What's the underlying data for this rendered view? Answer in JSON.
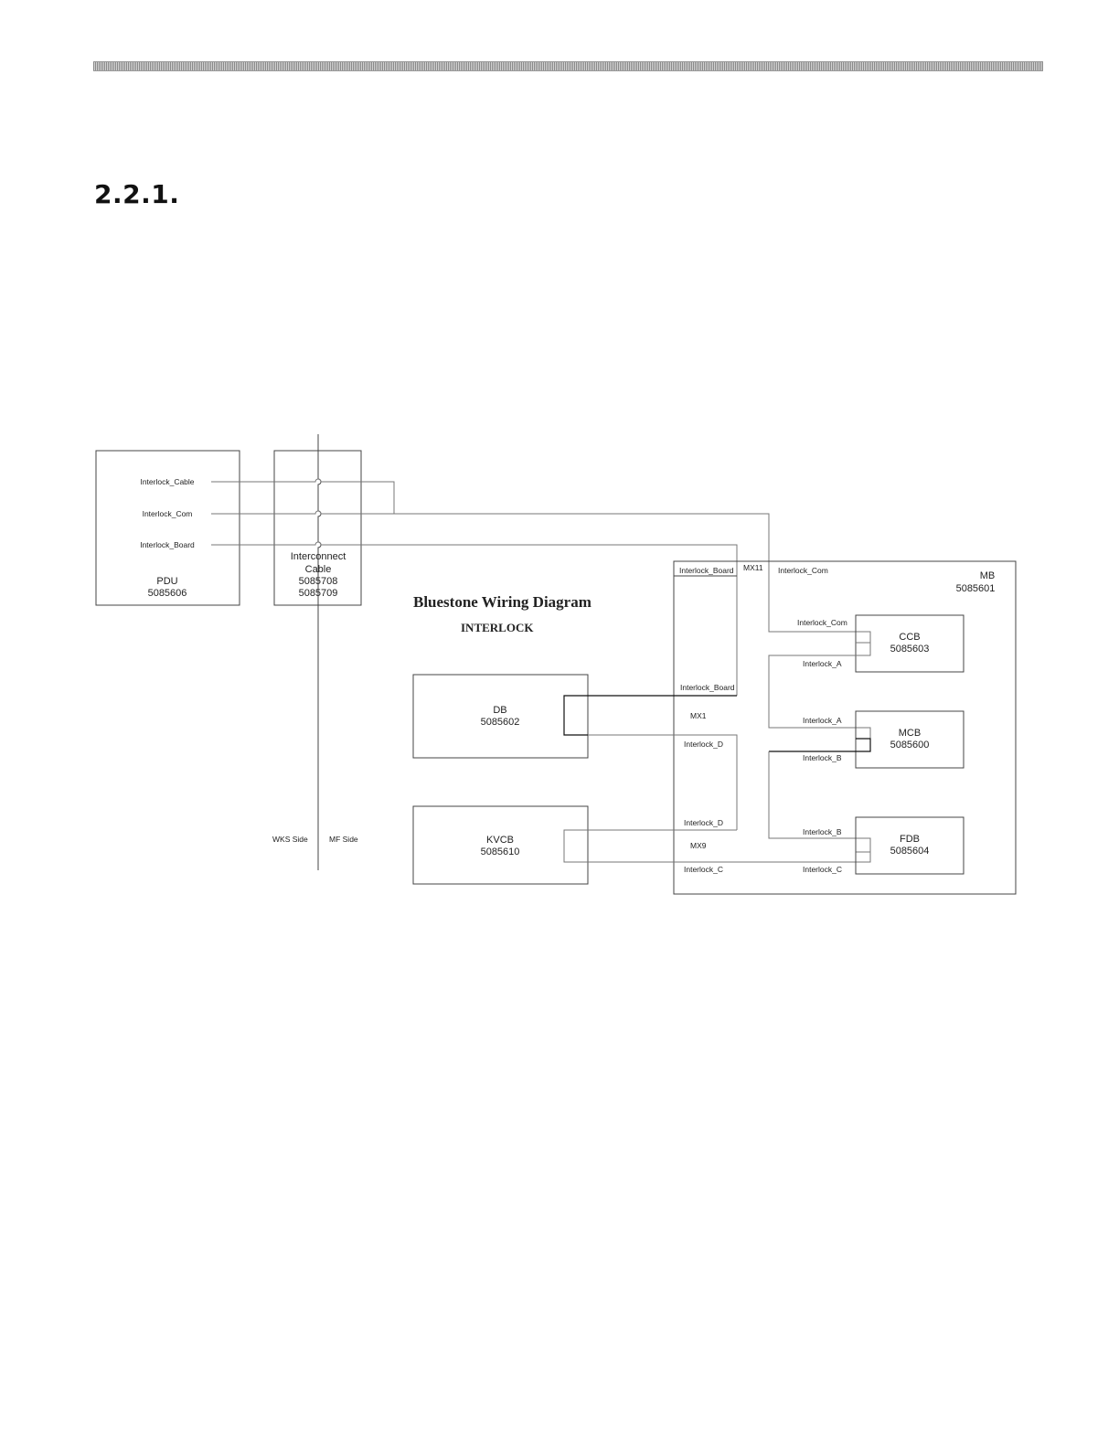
{
  "header": {
    "section_number": "2.2.1."
  },
  "diagram": {
    "title": "Bluestone Wiring Diagram",
    "subtitle": "INTERLOCK",
    "sides": {
      "left": "WKS Side",
      "right": "MF Side"
    },
    "pdu": {
      "name": "PDU",
      "part": "5085606",
      "signals": {
        "cable": "Interlock_Cable",
        "com": "Interlock_Com",
        "board": "Interlock_Board"
      }
    },
    "interconnect": {
      "line1": "Interconnect",
      "line2": "Cable",
      "part1": "5085708",
      "part2": "5085709"
    },
    "mb": {
      "name": "MB",
      "part": "5085601",
      "connectors": {
        "mx11": "MX11",
        "mx1": "MX1",
        "mx9": "MX9"
      },
      "labels": {
        "mx11_board": "Interlock_Board",
        "mx11_com": "Interlock_Com",
        "mx1_board": "Interlock_Board",
        "mx1_d": "Interlock_D",
        "mx9_d": "Interlock_D",
        "mx9_c": "Interlock_C",
        "ccb_com": "Interlock_Com",
        "ccb_a": "Interlock_A",
        "mcb_a": "Interlock_A",
        "mcb_b": "Interlock_B",
        "fdb_b": "Interlock_B",
        "fdb_c": "Interlock_C"
      }
    },
    "db": {
      "name": "DB",
      "part": "5085602"
    },
    "kvcb": {
      "name": "KVCB",
      "part": "5085610"
    },
    "ccb": {
      "name": "CCB",
      "part": "5085603"
    },
    "mcb": {
      "name": "MCB",
      "part": "5085600"
    },
    "fdb": {
      "name": "FDB",
      "part": "5085604"
    }
  }
}
